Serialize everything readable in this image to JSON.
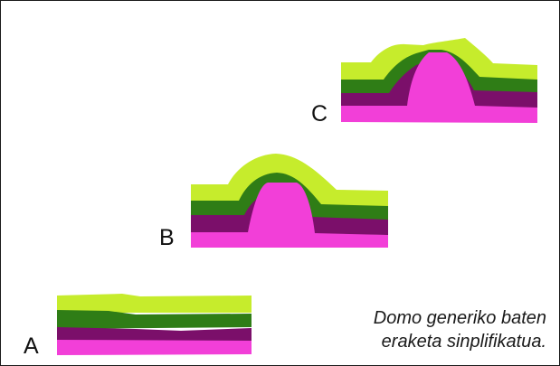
{
  "stages": [
    {
      "label": "A"
    },
    {
      "label": "B"
    },
    {
      "label": "C"
    }
  ],
  "caption": {
    "line1": "Domo generiko baten",
    "line2": "eraketa sinplifikatua."
  },
  "colors": {
    "lime": "#c6ec2c",
    "green": "#2f7d16",
    "purple": "#7b0f6a",
    "magenta": "#f23fd8",
    "frame": "#1a1a1a"
  }
}
